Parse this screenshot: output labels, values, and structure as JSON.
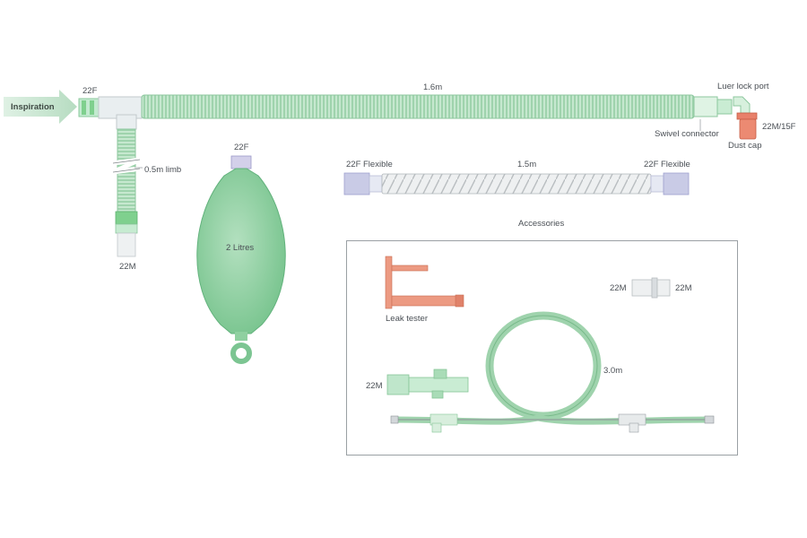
{
  "inspiration": "Inspiration",
  "circuit": {
    "inlet_label": "22F",
    "tube_length": "1.6m",
    "limb_label": "0.5m limb",
    "limb_end_label": "22M",
    "luer_lock_port": "Luer lock port",
    "end_label": "22M/15F",
    "swivel_connector": "Swivel connector",
    "dust_cap": "Dust cap"
  },
  "bag": {
    "top_label": "22F",
    "volume": "2 Litres"
  },
  "flex_tube": {
    "left_label": "22F Flexible",
    "length": "1.5m",
    "right_label": "22F Flexible"
  },
  "accessories": {
    "title": "Accessories",
    "leak_tester": "Leak tester",
    "adapter_left": "22M",
    "adapter_right": "22M",
    "connector_label": "22M",
    "line_length": "3.0m"
  },
  "colors": {
    "tube_green": "#bfe3c8",
    "tube_dark": "#8cc79e",
    "bag_green": "#8fd0a0",
    "cap_orange": "#e8806a",
    "connector_purple": "#c9cbe6",
    "gray": "#d8dcdd"
  }
}
